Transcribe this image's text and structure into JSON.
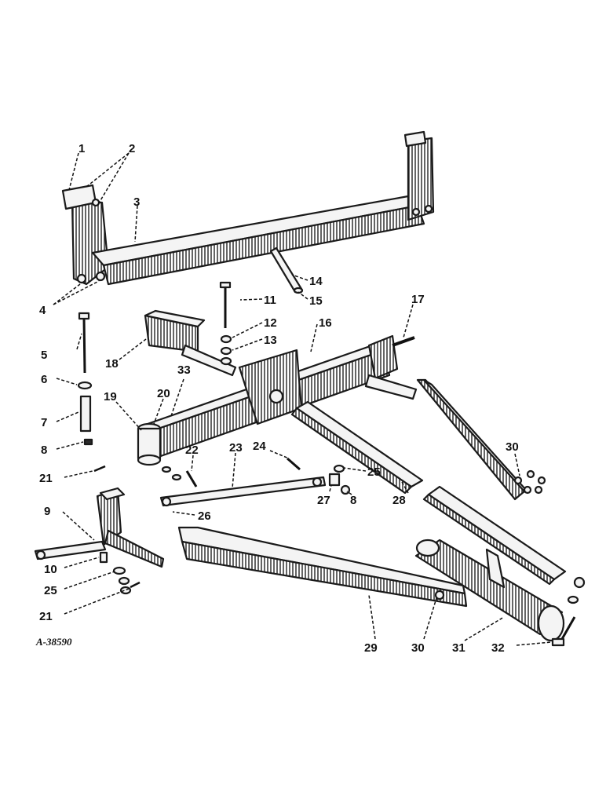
{
  "figure_id": "A-38590",
  "callouts": {
    "c1": "1",
    "c2": "2",
    "c3": "3",
    "c4": "4",
    "c5": "5",
    "c6": "6",
    "c7": "7",
    "c8a": "8",
    "c8b": "8",
    "c9": "9",
    "c10": "10",
    "c11": "11",
    "c12": "12",
    "c13": "13",
    "c14": "14",
    "c15": "15",
    "c16": "16",
    "c17": "17",
    "c18": "18",
    "c19": "19",
    "c20": "20",
    "c21a": "21",
    "c21b": "21",
    "c22": "22",
    "c23": "23",
    "c24": "24",
    "c25a": "25",
    "c25b": "25",
    "c26": "26",
    "c27": "27",
    "c28": "28",
    "c29": "29",
    "c30a": "30",
    "c30b": "30",
    "c31": "31",
    "c32": "32",
    "c33": "33"
  }
}
